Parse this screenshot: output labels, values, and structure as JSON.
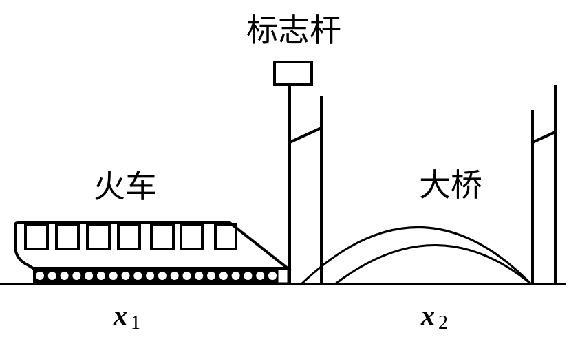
{
  "labels": {
    "pole": "标志杆",
    "train": "火车",
    "bridge": "大桥",
    "x1_var": "x",
    "x1_sub": "1",
    "x2_var": "x",
    "x2_sub": "2"
  },
  "train": {
    "windows": 7,
    "wheels": 20
  }
}
